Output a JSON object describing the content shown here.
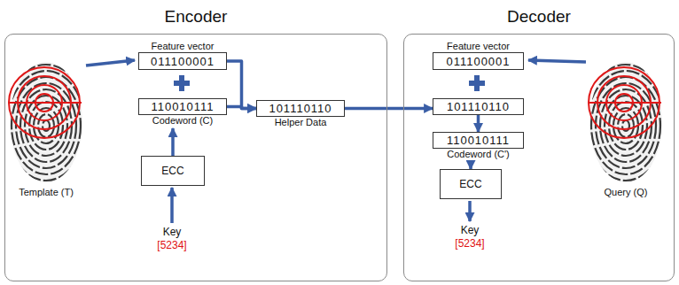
{
  "diagram": {
    "nodes": [
      {
        "text": [
          "Encoder"
        ]
      },
      {
        "text": [
          "Feature vector",
          "011100001"
        ],
        "in": 0
      },
      {
        "text": [
          "110010111",
          "Codeword (C)"
        ],
        "in": 0
      },
      {
        "text": [
          "ECC"
        ],
        "in": 0
      },
      {
        "text": [
          "101110110",
          "Helper Data"
        ],
        "in": 0
      },
      {
        "text": [
          "Decoder"
        ]
      },
      {
        "text": [
          "Feature vector",
          "011100001"
        ],
        "in": 5
      },
      {
        "text": [
          "101110110"
        ],
        "in": 5
      },
      {
        "text": [
          "110010111",
          "Codeword (C')"
        ],
        "in": 5
      },
      {
        "text": [
          "ECC"
        ],
        "in": 5
      }
    ],
    "edges": [
      {
        "from": 3,
        "to": 2,
        "arrow": "to"
      },
      {
        "from": 1,
        "to": 4,
        "arrow": "to"
      },
      {
        "from": 2,
        "to": 4,
        "arrow": "to"
      },
      {
        "from": 4,
        "to": 7,
        "arrow": "to"
      },
      {
        "from": 7,
        "to": 8,
        "arrow": "to"
      },
      {
        "from": 8,
        "to": 9,
        "arrow": "to"
      }
    ],
    "labels": [
      "Template (T)",
      "Key",
      "[5234]",
      "Query (Q)",
      "Key",
      "[5234]"
    ]
  }
}
